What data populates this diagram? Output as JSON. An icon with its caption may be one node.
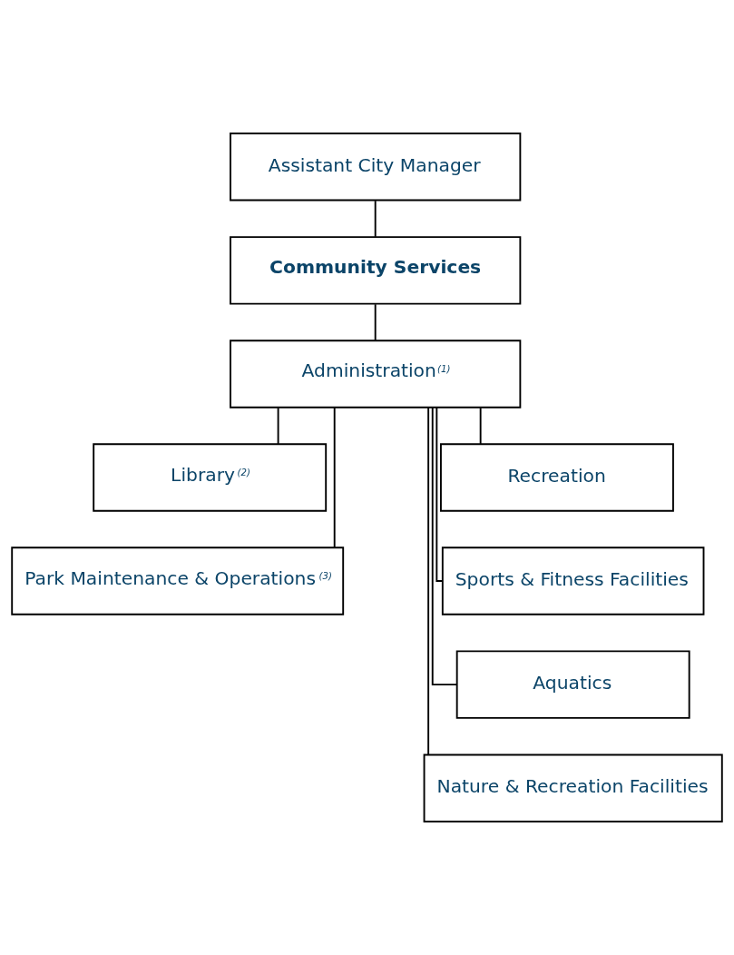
{
  "diagram": {
    "nodes": [
      {
        "text": [
          "Assistant City Manager"
        ]
      },
      {
        "text": [
          "Community Services"
        ]
      },
      {
        "text": [
          "Administration$^{(1)}$"
        ]
      },
      {
        "text": [
          "Library$^{(2)}$"
        ]
      },
      {
        "text": [
          "Recreation"
        ]
      },
      {
        "text": [
          "Park Maintenance & Operations$^{(3)}$"
        ]
      },
      {
        "text": [
          "Sports & Fitness Facilities"
        ]
      },
      {
        "text": [
          "Aquatics"
        ]
      },
      {
        "text": [
          "Nature & Recreation Facilities"
        ]
      }
    ],
    "edges": [
      {
        "from": 0,
        "to": 1,
        "arrow": "none"
      },
      {
        "from": 1,
        "to": 2,
        "arrow": "none"
      },
      {
        "from": 2,
        "to": 3,
        "arrow": "none"
      },
      {
        "from": 2,
        "to": 4,
        "arrow": "none"
      },
      {
        "from": 2,
        "to": 5,
        "arrow": "none"
      },
      {
        "from": 2,
        "to": 6,
        "arrow": "none"
      },
      {
        "from": 2,
        "to": 7,
        "arrow": "none"
      },
      {
        "from": 2,
        "to": 8,
        "arrow": "none"
      }
    ]
  }
}
